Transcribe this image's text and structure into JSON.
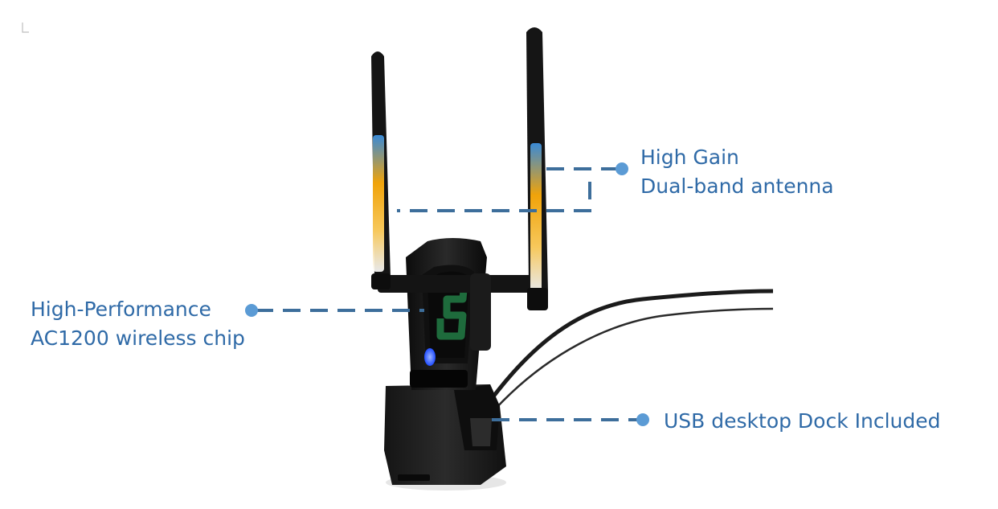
{
  "colors": {
    "callout_text": "#2f6aa7",
    "leader_line": "#3d6e9b",
    "callout_dot": "#5b9bd5",
    "device_body": "#1a1a1a",
    "antenna_blue": "#3a8ad6",
    "antenna_amber": "#f0a30a",
    "chip_green": "#1e6b3c",
    "led_blue": "#1f4cff"
  },
  "callouts": {
    "antenna": {
      "line1": "High Gain",
      "line2": "Dual-band antenna"
    },
    "chip": {
      "line1": "High-Performance",
      "line2": "AC1200 wireless chip"
    },
    "dock": {
      "line1": "USB desktop Dock Included"
    }
  },
  "icons": [
    "usb-wifi-adapter-icon",
    "antenna-icon",
    "usb-dock-icon",
    "usb-cable-icon"
  ]
}
